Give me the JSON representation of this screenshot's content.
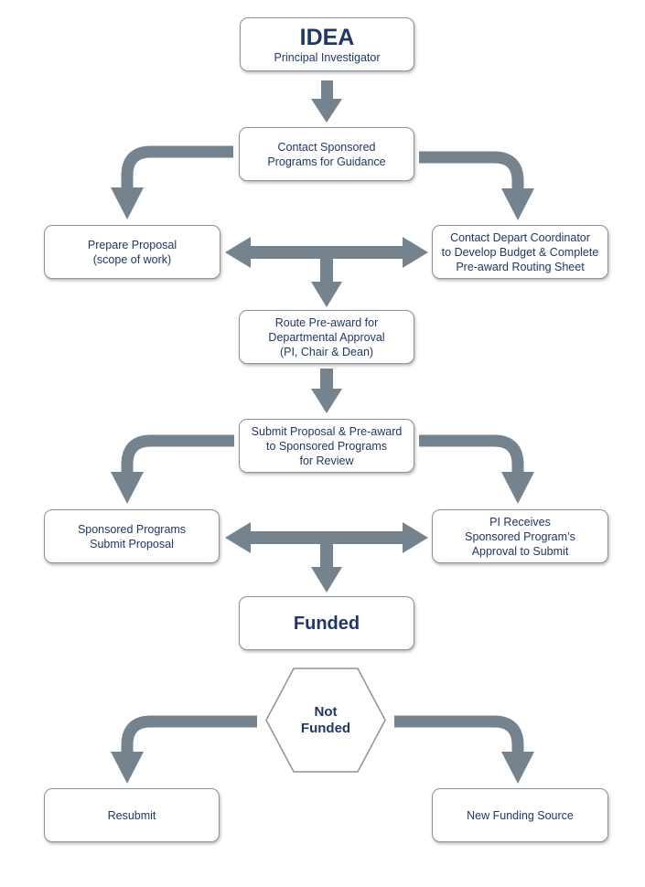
{
  "colors": {
    "text": "#1f3864",
    "arrow": "#75838f",
    "border": "#8c939b"
  },
  "idea": {
    "title": "IDEA",
    "subtitle": "Principal Investigator"
  },
  "contact_sp": {
    "lines": [
      "Contact Sponsored",
      "Programs for Guidance"
    ]
  },
  "prepare": {
    "lines": [
      "Prepare Proposal",
      "(scope of work)"
    ]
  },
  "coordinator": {
    "lines": [
      "Contact Depart Coordinator",
      "to Develop Budget & Complete",
      "Pre-award Routing Sheet"
    ]
  },
  "route": {
    "lines": [
      "Route Pre-award for",
      "Departmental Approval",
      "(PI, Chair & Dean)"
    ]
  },
  "submit_review": {
    "lines": [
      "Submit Proposal & Pre-award",
      "to Sponsored Programs",
      "for Review"
    ]
  },
  "sp_submit": {
    "lines": [
      "Sponsored Programs",
      "Submit Proposal"
    ]
  },
  "pi_receives": {
    "lines": [
      "PI Receives",
      "Sponsored Program’s",
      "Approval to Submit"
    ]
  },
  "funded": {
    "label": "Funded"
  },
  "not_funded": {
    "lines": [
      "Not",
      "Funded"
    ]
  },
  "resubmit": {
    "label": "Resubmit"
  },
  "new_source": {
    "label": "New Funding Source"
  }
}
